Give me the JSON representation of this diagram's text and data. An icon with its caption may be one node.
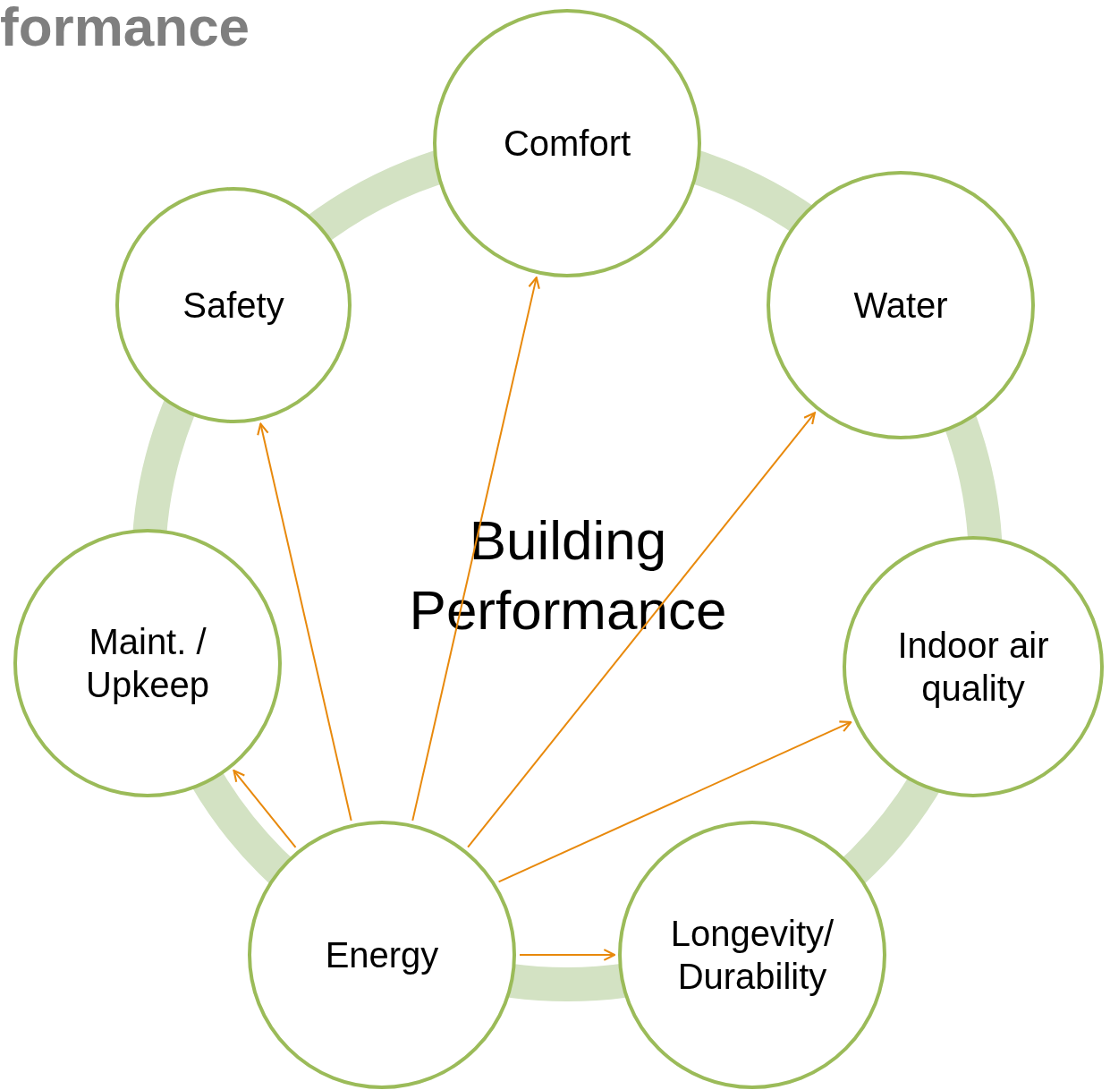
{
  "diagram": {
    "title": "formance",
    "nodes": [
      {
        "text": [
          "Comfort"
        ]
      },
      {
        "text": [
          "Safety"
        ]
      },
      {
        "text": [
          "Water"
        ]
      },
      {
        "text": [
          "Maint. / Upkeep"
        ]
      },
      {
        "text": [
          "Indoor air quality"
        ]
      },
      {
        "text": [
          "Energy"
        ]
      },
      {
        "text": [
          "Longevity/ Durability"
        ]
      }
    ],
    "edges": [
      {
        "from": 5,
        "to": 3,
        "arrow": "to"
      },
      {
        "from": 5,
        "to": 1,
        "arrow": "to"
      },
      {
        "from": 5,
        "to": 0,
        "arrow": "to"
      },
      {
        "from": 5,
        "to": 2,
        "arrow": "to"
      },
      {
        "from": 5,
        "to": 4,
        "arrow": "to"
      },
      {
        "from": 5,
        "to": 6,
        "arrow": "to"
      }
    ],
    "labels": [
      "Building Performance"
    ]
  }
}
